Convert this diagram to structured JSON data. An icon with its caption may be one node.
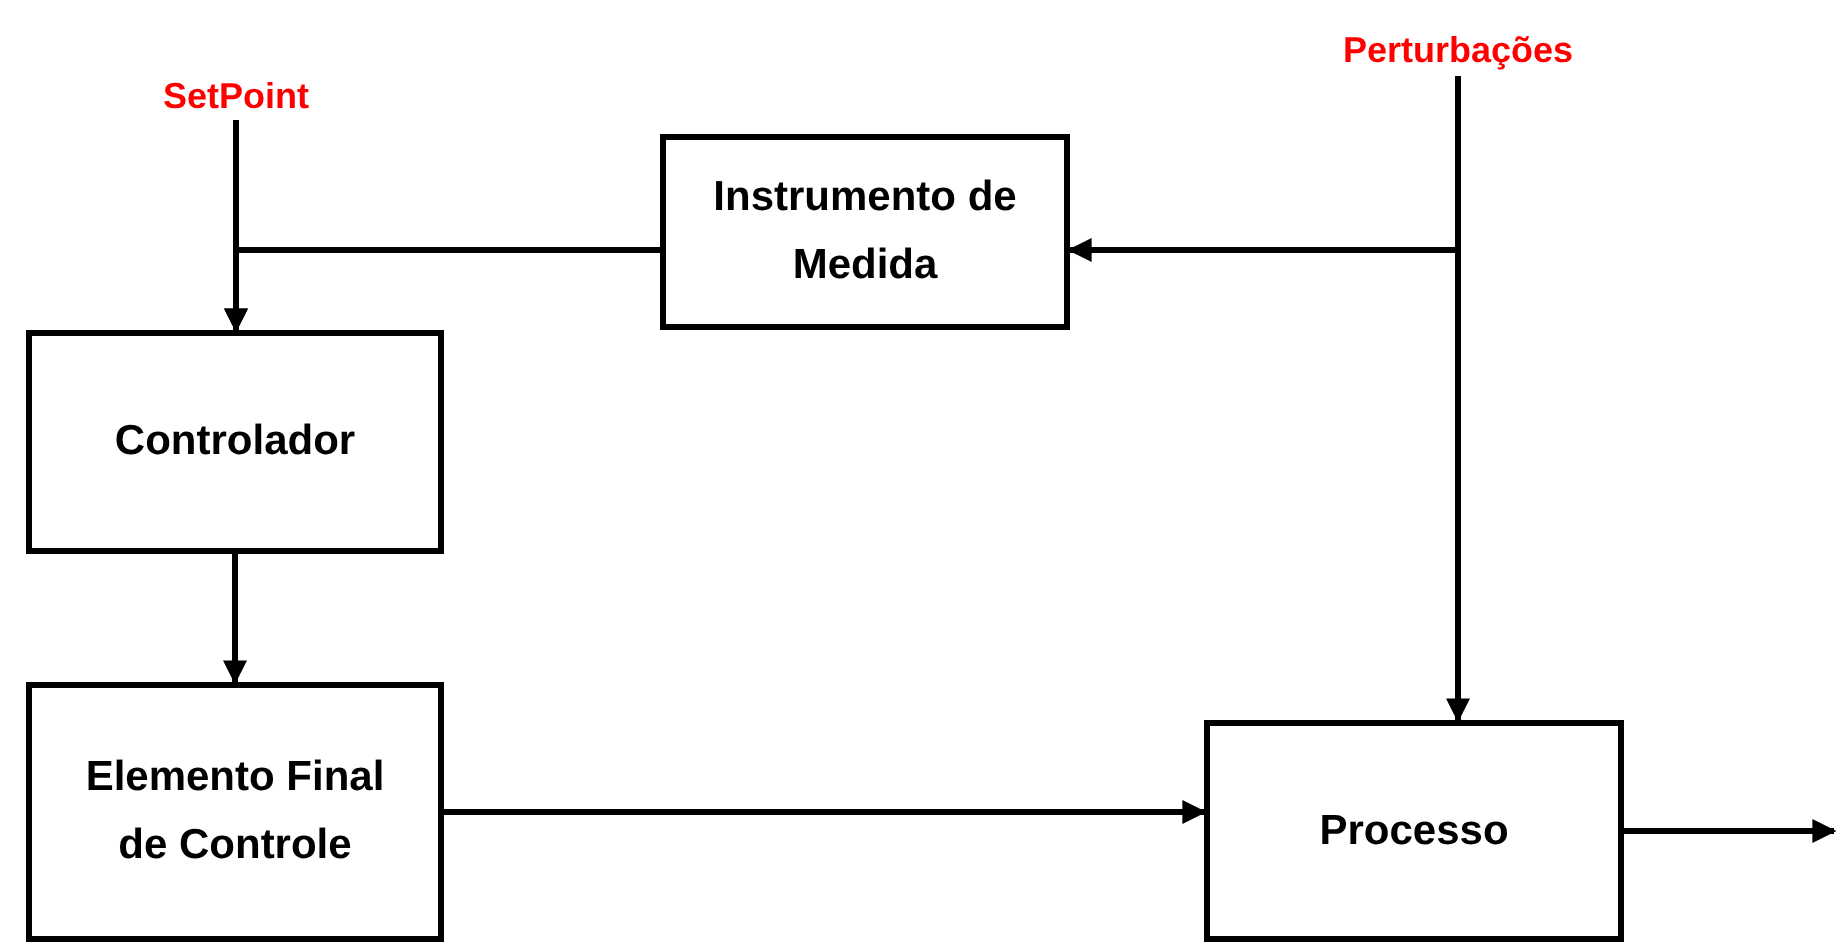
{
  "diagram": {
    "nodes": [
      {
        "text": [
          "SetPoint"
        ]
      },
      {
        "text": [
          "Perturbações"
        ]
      },
      {
        "text": [
          "Instrumento de Medida"
        ]
      },
      {
        "text": [
          "Controlador"
        ]
      },
      {
        "text": [
          "Elemento Final de Controle"
        ]
      },
      {
        "text": [
          "Processo"
        ]
      }
    ],
    "edges": [
      {
        "from": 0,
        "to": 3,
        "arrow": "to"
      },
      {
        "from": 2,
        "to": 3,
        "arrow": "to"
      },
      {
        "from": 1,
        "to": 2,
        "arrow": "to"
      },
      {
        "from": 1,
        "to": 5,
        "arrow": "to"
      },
      {
        "from": 3,
        "to": 4,
        "arrow": "to"
      },
      {
        "from": 4,
        "to": 5,
        "arrow": "to"
      },
      {
        "from": 5,
        "to": null,
        "arrow": "to"
      }
    ]
  }
}
